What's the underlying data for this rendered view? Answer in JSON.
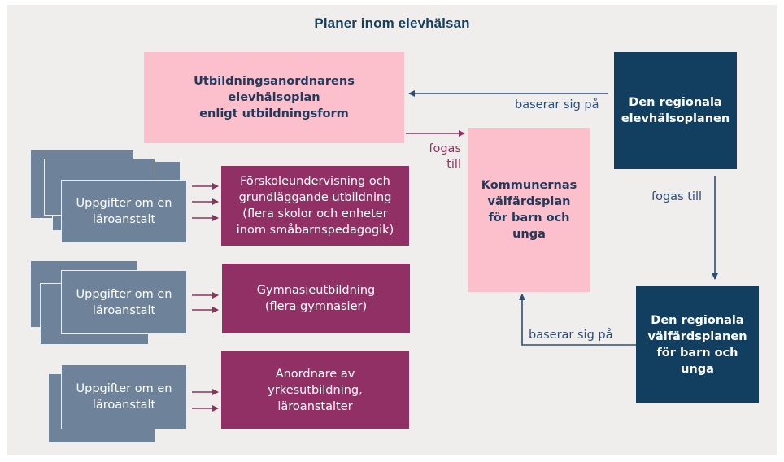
{
  "title": "Planer inom elevhälsan",
  "colors": {
    "background": "#f0eeed",
    "pink": "#fbc0cc",
    "navy": "#123f60",
    "plum": "#913065",
    "slate": "#6e8399",
    "blue_arrow": "#2c4d7a",
    "plum_arrow": "#8a355e"
  },
  "nodes": {
    "utbildningsanordnarens": "Utbildningsanordnarens\nelevhälsoplan\nenligt utbildningsform",
    "regionala_elevhalsoplanen": "Den regionala\nelevhälsoplanen",
    "kommunernas_valfardsplan": "Kommunernas\nvälfärdsplan\nför barn och\nunga",
    "regionala_valfardsplanen": "Den regionala\nvälfärdsplanen\nför barn och\nunga",
    "forskoleundervisning": "Förskoleundervisning och\ngrundläggande utbildning\n(flera skolor och enheter\ninom småbarnspedagogik)",
    "gymnasieutbildning": "Gymnasieutbildning\n(flera gymnasier)",
    "yrkesutbildning": "Anordnare av\nyrkesutbildning,\nläroanstalter"
  },
  "stacks": [
    {
      "label": "Uppgifter om en\nläroanstalt",
      "count": 4,
      "arrows": 3
    },
    {
      "label": "Uppgifter om en\nläroanstalt",
      "count": 3,
      "arrows": 2
    },
    {
      "label": "Uppgifter om en\nläroanstalt",
      "count": 2,
      "arrows": 2
    }
  ],
  "edges": {
    "baserar_top": "baserar sig på",
    "fogas_till_left": "fogas\ntill",
    "fogas_till_right": "fogas till",
    "baserar_bottom": "baserar sig på"
  }
}
